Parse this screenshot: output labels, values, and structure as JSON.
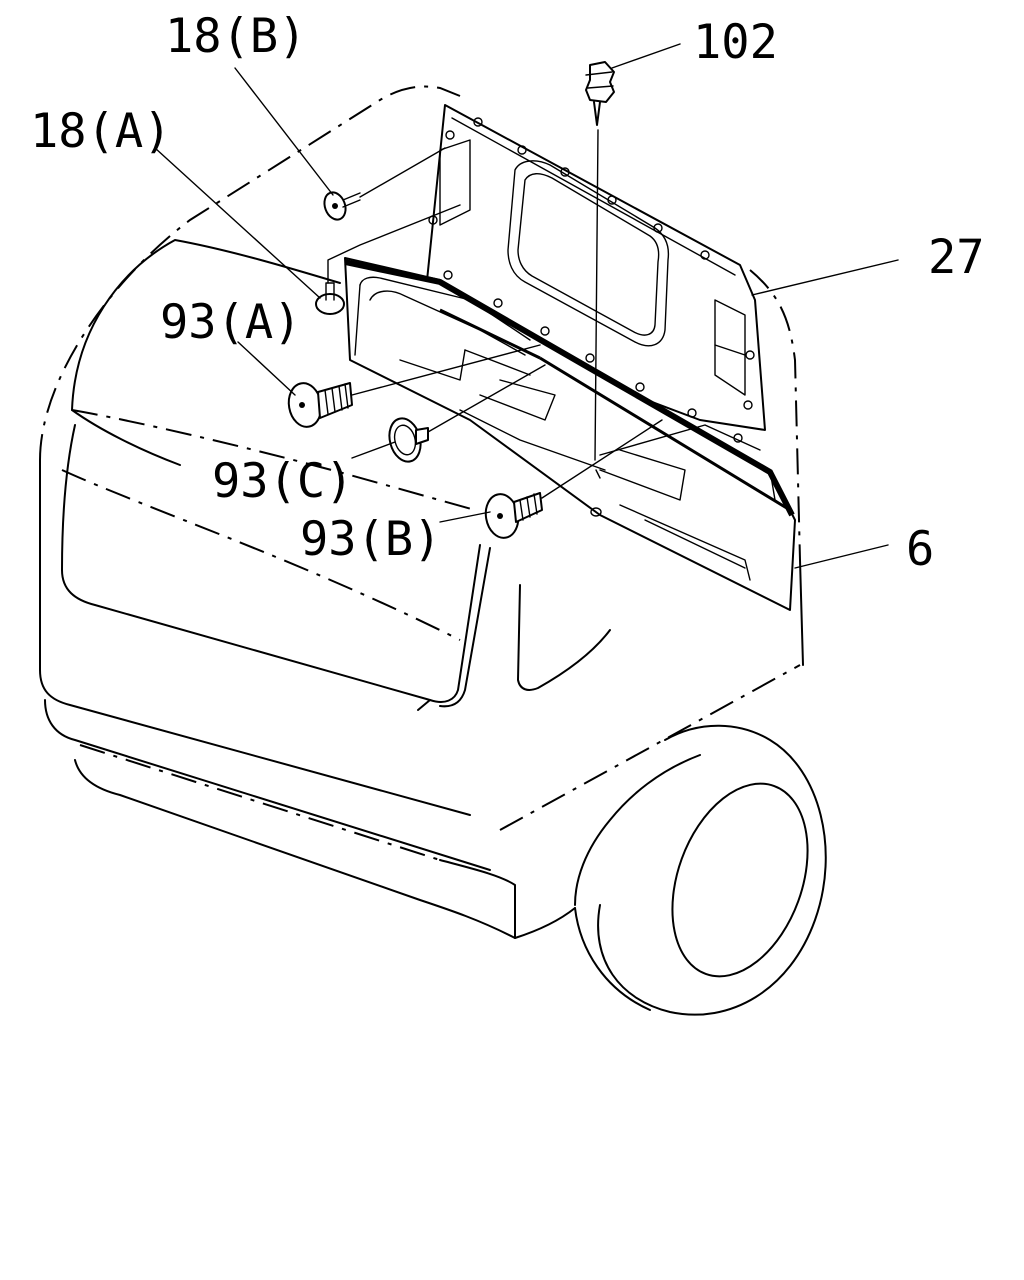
{
  "diagram": {
    "callouts": [
      {
        "id": "18B",
        "text": "18(B)"
      },
      {
        "id": "18A",
        "text": "18(A)"
      },
      {
        "id": "102",
        "text": "102"
      },
      {
        "id": "27",
        "text": "27"
      },
      {
        "id": "93A",
        "text": "93(A)"
      },
      {
        "id": "93C",
        "text": "93(C)"
      },
      {
        "id": "93B",
        "text": "93(B)"
      },
      {
        "id": "6",
        "text": "6"
      }
    ]
  }
}
